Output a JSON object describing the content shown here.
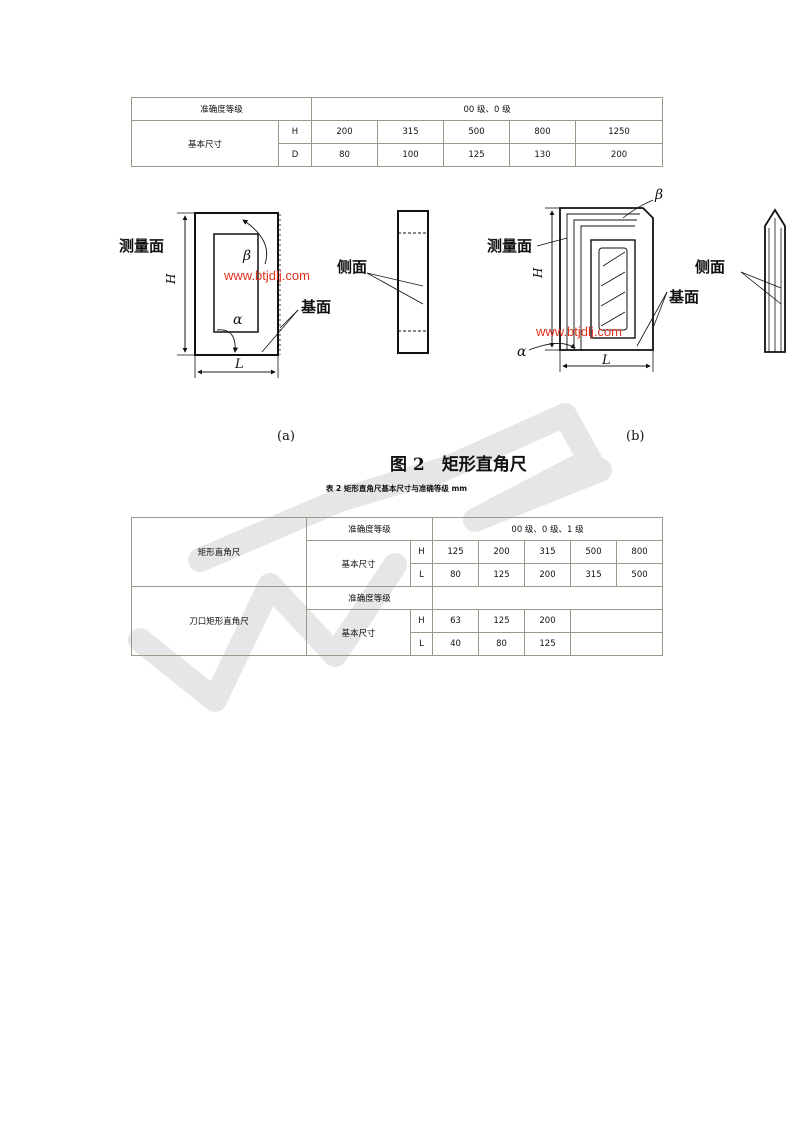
{
  "table1": {
    "grade_label": "准确度等级",
    "grade_value": "00 级、0 级",
    "basic_size_label": "基本尺寸",
    "rows": [
      {
        "symbol": "H",
        "values": [
          "200",
          "315",
          "500",
          "800",
          "1250"
        ]
      },
      {
        "symbol": "D",
        "values": [
          "80",
          "100",
          "125",
          "130",
          "200"
        ]
      }
    ]
  },
  "figure": {
    "a": {
      "label_measure_face": "测量面",
      "label_H": "H",
      "label_beta": "β",
      "label_alpha": "α",
      "label_L": "L",
      "label_side_face": "侧面",
      "label_base_face": "基面",
      "subcaption": "(a)"
    },
    "b": {
      "label_measure_face": "测量面",
      "label_H": "H",
      "label_beta": "β",
      "label_alpha": "α",
      "label_L": "L",
      "label_side_face": "侧面",
      "label_base_face": "基面",
      "subcaption": "(b)"
    },
    "overlay_url_1": "www.btjdlj.com",
    "overlay_url_2": "www.btjdlj.com",
    "caption": "图 2　矩形直角尺"
  },
  "table2_caption": "表 2  矩形直角尺基本尺寸与准确等级  mm",
  "table2": {
    "rect_square": {
      "name": "矩形直角尺",
      "grade_label": "准确度等级",
      "grade_value": "00 级、0 级、1 级",
      "basic_size_label": "基本尺寸",
      "rows": [
        {
          "symbol": "H",
          "values": [
            "125",
            "200",
            "315",
            "500",
            "800"
          ]
        },
        {
          "symbol": "L",
          "values": [
            "80",
            "125",
            "200",
            "315",
            "500"
          ]
        }
      ]
    },
    "knife_square": {
      "name": "刀口矩形直角尺",
      "grade_label": "准确度等级",
      "grade_value": "",
      "basic_size_label": "基本尺寸",
      "rows": [
        {
          "symbol": "H",
          "values": [
            "63",
            "125",
            "200"
          ]
        },
        {
          "symbol": "L",
          "values": [
            "40",
            "80",
            "125"
          ]
        }
      ]
    }
  },
  "colors": {
    "table_border": "#9a9a8a",
    "overlay_url": "#e0301e",
    "watermark": "#e4e4e4"
  }
}
